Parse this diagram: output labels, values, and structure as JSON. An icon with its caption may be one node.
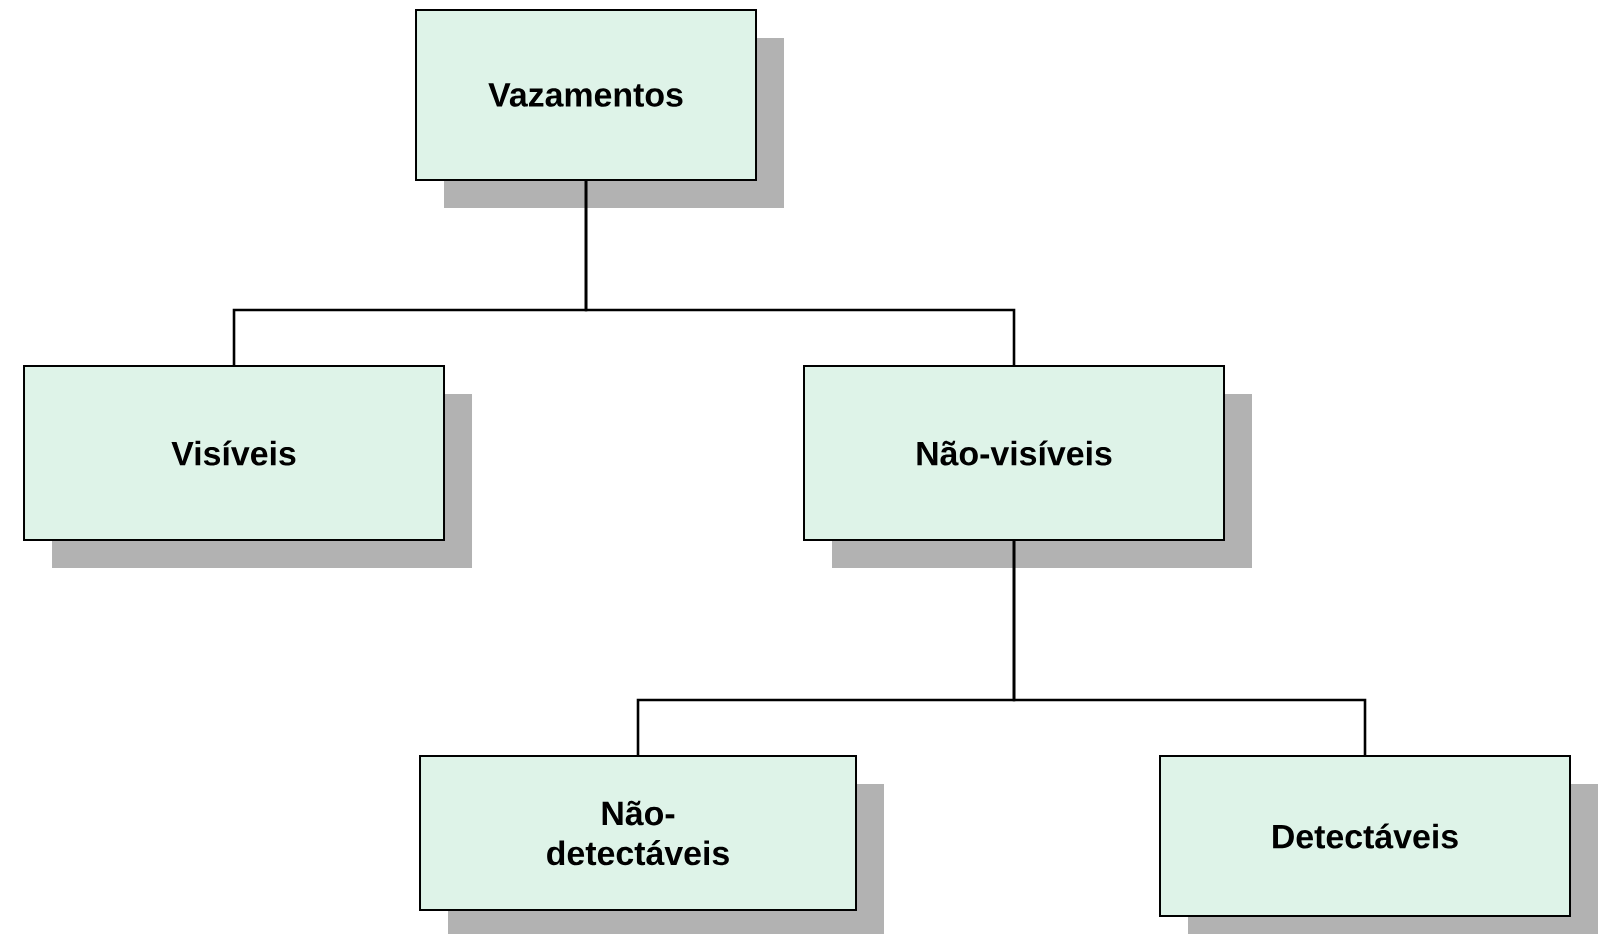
{
  "diagram": {
    "nodes": [
      {
        "text": [
          "Vazamentos"
        ]
      },
      {
        "text": [
          "Visíveis"
        ]
      },
      {
        "text": [
          "Não-visíveis"
        ]
      },
      {
        "text": [
          "Não-detectáveis"
        ]
      },
      {
        "text": [
          "Detectáveis"
        ]
      }
    ],
    "edges": [
      {
        "from": 0,
        "to": 1,
        "arrow": "none"
      },
      {
        "from": 0,
        "to": 2,
        "arrow": "none"
      },
      {
        "from": 2,
        "to": 3,
        "arrow": "none"
      },
      {
        "from": 2,
        "to": 4,
        "arrow": "none"
      }
    ]
  }
}
